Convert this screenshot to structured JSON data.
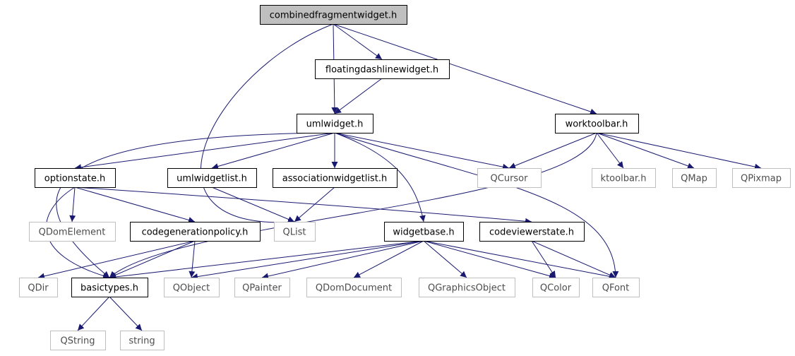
{
  "colors": {
    "edge": "#191970",
    "main_fill": "#bfbfbf",
    "local_border": "#000000",
    "external_border": "#bfbfbf"
  },
  "nodes": {
    "combinedfragmentwidget": {
      "label": "combinedfragmentwidget.h",
      "kind": "main"
    },
    "floatingdashlinewidget": {
      "label": "floatingdashlinewidget.h",
      "kind": "local"
    },
    "umlwidget": {
      "label": "umlwidget.h",
      "kind": "local"
    },
    "worktoolbar": {
      "label": "worktoolbar.h",
      "kind": "local"
    },
    "optionstate": {
      "label": "optionstate.h",
      "kind": "local"
    },
    "umlwidgetlist": {
      "label": "umlwidgetlist.h",
      "kind": "local"
    },
    "associationwidgetlist": {
      "label": "associationwidgetlist.h",
      "kind": "local"
    },
    "qcursor": {
      "label": "QCursor",
      "kind": "external"
    },
    "ktoolbar": {
      "label": "ktoolbar.h",
      "kind": "external"
    },
    "qmap": {
      "label": "QMap",
      "kind": "external"
    },
    "qpixmap": {
      "label": "QPixmap",
      "kind": "external"
    },
    "qdomelement": {
      "label": "QDomElement",
      "kind": "external"
    },
    "codegenerationpolicy": {
      "label": "codegenerationpolicy.h",
      "kind": "local"
    },
    "qlist": {
      "label": "QList",
      "kind": "external"
    },
    "widgetbase": {
      "label": "widgetbase.h",
      "kind": "local"
    },
    "codeviewerstate": {
      "label": "codeviewerstate.h",
      "kind": "local"
    },
    "qdir": {
      "label": "QDir",
      "kind": "external"
    },
    "basictypes": {
      "label": "basictypes.h",
      "kind": "local"
    },
    "qobject": {
      "label": "QObject",
      "kind": "external"
    },
    "qpainter": {
      "label": "QPainter",
      "kind": "external"
    },
    "qdomdocument": {
      "label": "QDomDocument",
      "kind": "external"
    },
    "qgraphicsobject": {
      "label": "QGraphicsObject",
      "kind": "external"
    },
    "qcolor": {
      "label": "QColor",
      "kind": "external"
    },
    "qfont": {
      "label": "QFont",
      "kind": "external"
    },
    "qstring": {
      "label": "QString",
      "kind": "external"
    },
    "string": {
      "label": "string",
      "kind": "external"
    }
  },
  "edges": [
    [
      "combinedfragmentwidget",
      "floatingdashlinewidget"
    ],
    [
      "combinedfragmentwidget",
      "umlwidget"
    ],
    [
      "combinedfragmentwidget",
      "qlist"
    ],
    [
      "combinedfragmentwidget",
      "worktoolbar"
    ],
    [
      "floatingdashlinewidget",
      "umlwidget"
    ],
    [
      "umlwidget",
      "optionstate"
    ],
    [
      "umlwidget",
      "umlwidgetlist"
    ],
    [
      "umlwidget",
      "associationwidgetlist"
    ],
    [
      "umlwidget",
      "qcursor"
    ],
    [
      "umlwidget",
      "widgetbase"
    ],
    [
      "umlwidget",
      "qfont"
    ],
    [
      "umlwidget",
      "basictypes"
    ],
    [
      "worktoolbar",
      "qcursor"
    ],
    [
      "worktoolbar",
      "ktoolbar"
    ],
    [
      "worktoolbar",
      "qmap"
    ],
    [
      "worktoolbar",
      "qpixmap"
    ],
    [
      "worktoolbar",
      "basictypes"
    ],
    [
      "optionstate",
      "qdomelement"
    ],
    [
      "optionstate",
      "codegenerationpolicy"
    ],
    [
      "optionstate",
      "codeviewerstate"
    ],
    [
      "optionstate",
      "basictypes"
    ],
    [
      "umlwidgetlist",
      "qlist"
    ],
    [
      "associationwidgetlist",
      "qlist"
    ],
    [
      "codegenerationpolicy",
      "qdir"
    ],
    [
      "codegenerationpolicy",
      "basictypes"
    ],
    [
      "codegenerationpolicy",
      "qobject"
    ],
    [
      "widgetbase",
      "basictypes"
    ],
    [
      "widgetbase",
      "qobject"
    ],
    [
      "widgetbase",
      "qpainter"
    ],
    [
      "widgetbase",
      "qdomdocument"
    ],
    [
      "widgetbase",
      "qgraphicsobject"
    ],
    [
      "widgetbase",
      "qcolor"
    ],
    [
      "widgetbase",
      "qfont"
    ],
    [
      "codeviewerstate",
      "qcolor"
    ],
    [
      "codeviewerstate",
      "qfont"
    ],
    [
      "basictypes",
      "qstring"
    ],
    [
      "basictypes",
      "string"
    ]
  ]
}
